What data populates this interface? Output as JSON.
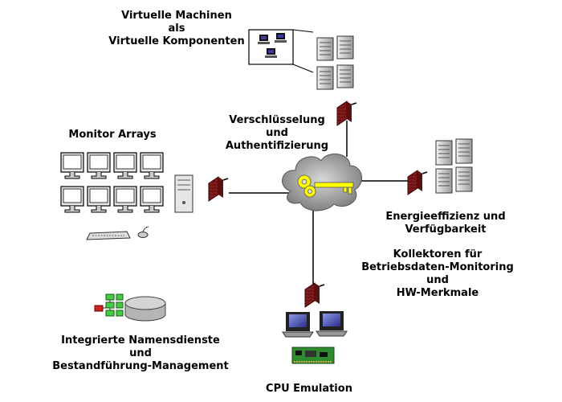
{
  "labels": {
    "virtual": [
      "Virtuelle Machinen",
      "als",
      "Virtuelle Komponenten"
    ],
    "crypto": [
      "Verschlüsselung",
      "und",
      "Authentifizierung"
    ],
    "monitor": [
      "Monitor Arrays"
    ],
    "energy": [
      "Energieeffizienz und",
      "Verfügbarkeit"
    ],
    "collectors": [
      "Kollektoren für",
      "Betriebsdaten-Monitoring",
      "und",
      "HW-Merkmale"
    ],
    "naming": [
      "Integrierte Namensdienste",
      "und",
      "Bestandführung-Management"
    ],
    "cpu": [
      "CPU Emulation"
    ]
  },
  "colors": {
    "firewall": "#8a1c1c",
    "key": "#ffff00",
    "cloud": "#8c8c8c",
    "screen": "#3c3ca0",
    "board": "#2e8b2e",
    "node_green": "#44cc44",
    "node_red": "#cc2222"
  },
  "icons": [
    "cloud-icon",
    "key-icon",
    "firewall-icon",
    "server-icon",
    "monitor-icon",
    "tower-pc-icon",
    "keyboard-icon",
    "mouse-icon",
    "database-icon",
    "workstation-icon",
    "circuit-board-icon"
  ]
}
